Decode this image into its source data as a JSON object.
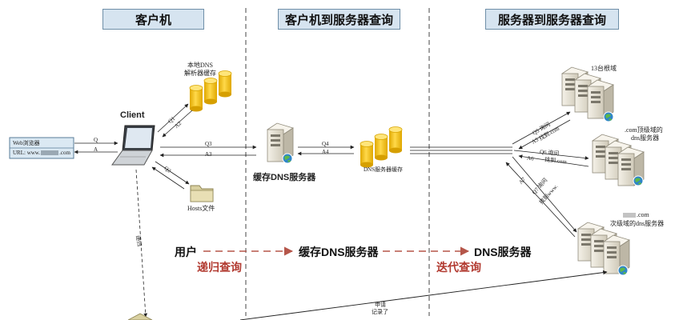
{
  "headers": {
    "client": "客户机",
    "client_to_server": "客户机到服务器查询",
    "server_to_server": "服务器到服务器查询"
  },
  "labels": {
    "local_dns_cache_line1": "本地DNS",
    "local_dns_cache_line2": "解析器缓存",
    "client": "Client",
    "web_browser": "Web浏览器",
    "url": "URL: www.",
    "hosts_file": "Hosts文件",
    "caching_dns_server": "缓存DNS服务器",
    "dns_server_cache": "DNS服务器缓存",
    "root_servers": "13台根域",
    "tld_line1": ".com顶级域的",
    "tld_line2": "dns服务器",
    "second_line1": ".com",
    "second_line2": "次级域的dns服务器",
    "recursion_vertical": "递归",
    "apply_record_line1": "申请",
    "apply_record_line2": "记录了"
  },
  "arrows": {
    "q": "Q",
    "a": "A",
    "q1": "Q1",
    "a2": "A2",
    "q2": "Q2",
    "q3": "Q3",
    "a3": "A3",
    "q4": "Q4",
    "a4": "A4",
    "q5": "Q5 询问",
    "q5b": "找到.com",
    "a5": "A5",
    "q6": "Q6 询问",
    "q6b": "找到.com",
    "a6": "A6",
    "q7": "Q7 询问",
    "q7b": "找到www.",
    "a7": "A7"
  },
  "flow": {
    "user": "用户",
    "caching_dns": "缓存DNS服务器",
    "dns_server": "DNS服务器",
    "recursive_query": "递归查询",
    "iterative_query": "迭代查询"
  },
  "colors": {
    "header_bg": "#d6e4f0",
    "flow_arrow": "#b5564a",
    "cylinder": "#f3c21a",
    "server_body": "#e6e2d6"
  }
}
